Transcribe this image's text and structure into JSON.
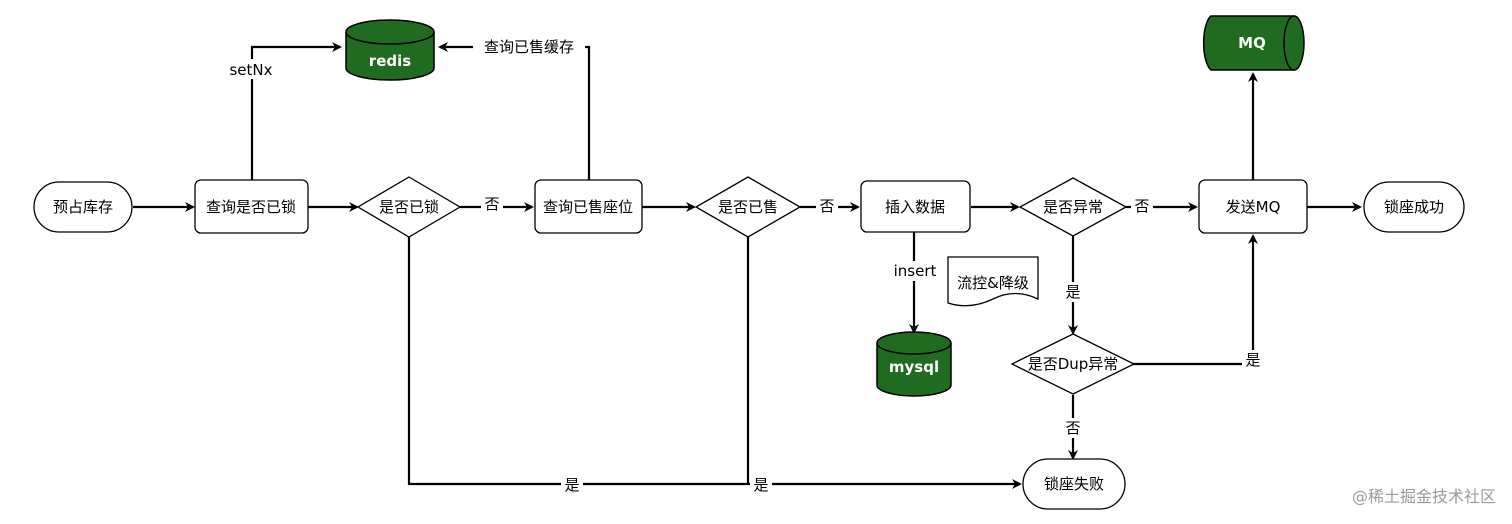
{
  "nodes": {
    "start": "预占库存",
    "check_lock": "查询是否已锁",
    "is_locked": "是否已锁",
    "query_sold": "查询已售座位",
    "is_sold": "是否已售",
    "insert_data": "插入数据",
    "is_exception": "是否异常",
    "send_mq": "发送MQ",
    "success": "锁座成功",
    "is_dup": "是否Dup异常",
    "fail": "锁座失败",
    "flow_note": "流控&降级"
  },
  "databases": {
    "redis": "redis",
    "mysql": "mysql",
    "mq": "MQ"
  },
  "edge_labels": {
    "setnx": "setNx",
    "query_cache": "查询已售缓存",
    "no_1": "否",
    "no_2": "否",
    "no_3": "否",
    "no_4": "否",
    "insert": "insert",
    "yes_exception": "是",
    "yes_dup": "是",
    "yes_locked": "是",
    "yes_sold": "是"
  },
  "watermark": "@稀土掘金技术社区",
  "colors": {
    "db_fill": "#1f6b1f",
    "stroke": "#000000",
    "watermark": "#9a9a9a"
  }
}
